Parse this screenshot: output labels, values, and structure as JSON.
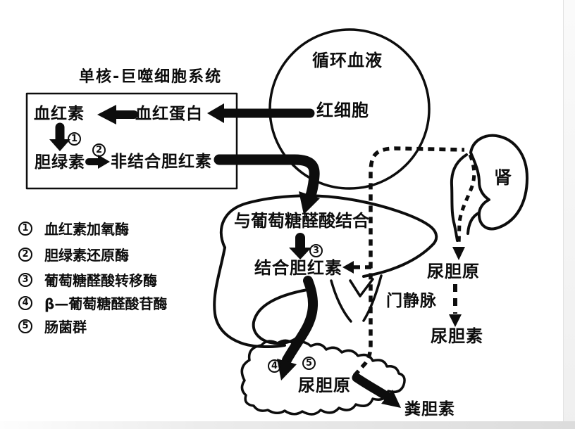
{
  "colors": {
    "ink": "#0d0d0d",
    "paper": "#ffffff"
  },
  "macrophage_box": {
    "title": "单核-巨噬细胞系统",
    "heme": "血红素",
    "hemoglobin": "血红蛋白",
    "biliverdin": "胆绿素",
    "unconjugated_bilirubin": "非结合胆红素",
    "step1_num": "1",
    "step2_num": "2"
  },
  "blood": {
    "title": "循环血液",
    "red_blood_cell": "红细胞"
  },
  "liver": {
    "conjugation_label": "与葡萄糖醛酸结合",
    "step3_num": "3",
    "conjugated_bilirubin": "结合胆红素",
    "portal_vein": "门静脉"
  },
  "kidney": {
    "label": "肾"
  },
  "urine_path": {
    "urobilinogen": "尿胆原",
    "urobilin": "尿胆素"
  },
  "intestine": {
    "step4_num": "4",
    "step5_num": "5",
    "urobilinogen": "尿胆原",
    "stercobilin": "粪胆素"
  },
  "legend": {
    "items": [
      {
        "num": "1",
        "label": "血红素加氧酶"
      },
      {
        "num": "2",
        "label": "胆绿素还原酶"
      },
      {
        "num": "3",
        "label": "葡萄糖醛酸转移酶"
      },
      {
        "num": "4",
        "label": "β—葡萄糖醛酸苷酶"
      },
      {
        "num": "5",
        "label": "肠菌群"
      }
    ]
  }
}
